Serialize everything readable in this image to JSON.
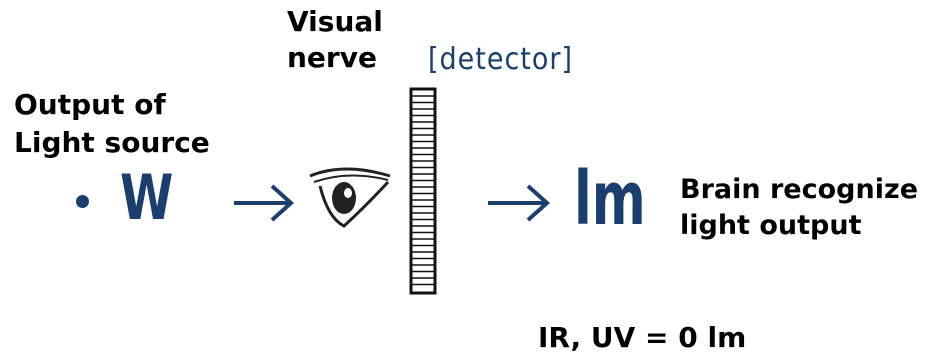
{
  "labels": {
    "visual_nerve": "Visual\nnerve",
    "detector": "[detector]",
    "output_light_source": "Output of\nLight source",
    "watt": "W",
    "lumen": "lm",
    "brain_recognize": "Brain recognize\nlight output",
    "ir_uv": "IR, UV = 0 lm"
  },
  "icons": {
    "eye": "eye-icon",
    "arrow": "right-arrow-icon",
    "detector": "detector-grid-icon",
    "bullet": "bullet-icon"
  },
  "colors": {
    "blue": "#1a3f6e",
    "text": "#000000"
  }
}
